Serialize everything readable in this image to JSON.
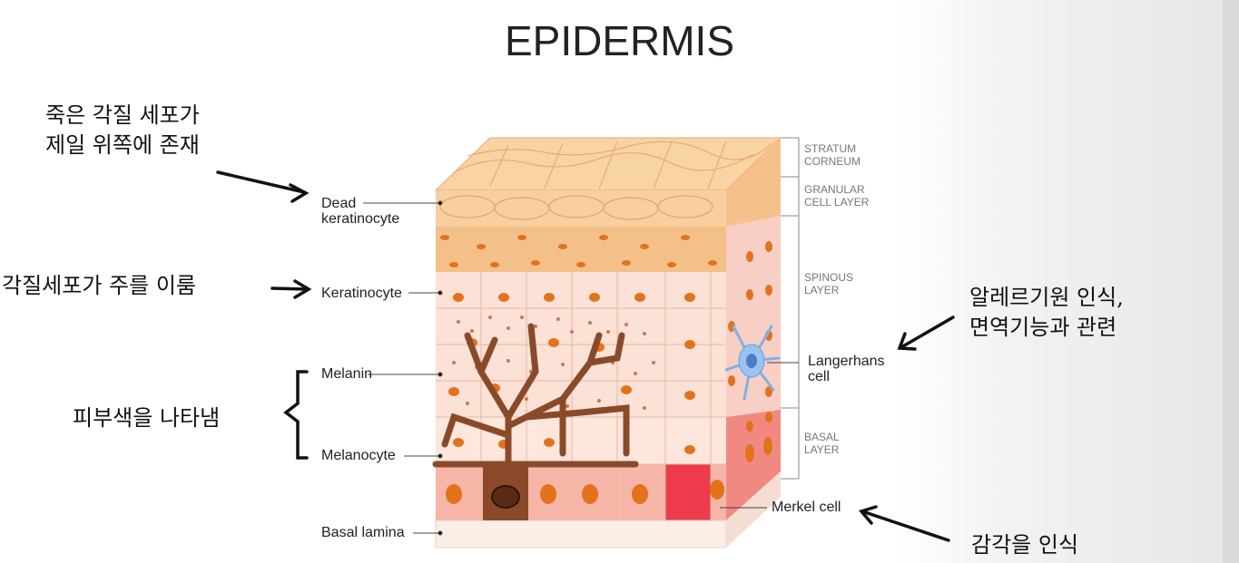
{
  "title": "EPIDERMIS",
  "annotations": {
    "dead_cells": [
      "죽은 각질 세포가",
      "제일 위쪽에 존재"
    ],
    "keratinocyte_note": "각질세포가 주를 이룸",
    "skin_color": "피부색을 나타냄",
    "langerhans_note": [
      "알레르기원 인식,",
      "면역기능과 관련"
    ],
    "merkel_note": "감각을 인식"
  },
  "labels": {
    "dead_keratinocyte": [
      "Dead",
      "keratinocyte"
    ],
    "keratinocyte": "Keratinocyte",
    "melanin": "Melanin",
    "melanocyte": "Melanocyte",
    "basal_lamina": "Basal lamina",
    "langerhans": [
      "Langerhans",
      "cell"
    ],
    "merkel": "Merkel cell"
  },
  "layers": {
    "stratum_corneum": [
      "STRATUM",
      "CORNEUM"
    ],
    "granular": [
      "GRANULAR",
      "CELL LAYER"
    ],
    "spinous": [
      "SPINOUS",
      "LAYER"
    ],
    "basal": [
      "BASAL",
      "LAYER"
    ]
  },
  "colors": {
    "corneum": "#f6c58e",
    "granular": "#f3c08a",
    "spinous": "#fbe1d6",
    "basal": "#f7b5a8",
    "nucleus": "#e2721c",
    "melanocyte": "#8a4a2a",
    "merkel": "#ec3b4a",
    "langerhans": "#9ac3ef"
  }
}
